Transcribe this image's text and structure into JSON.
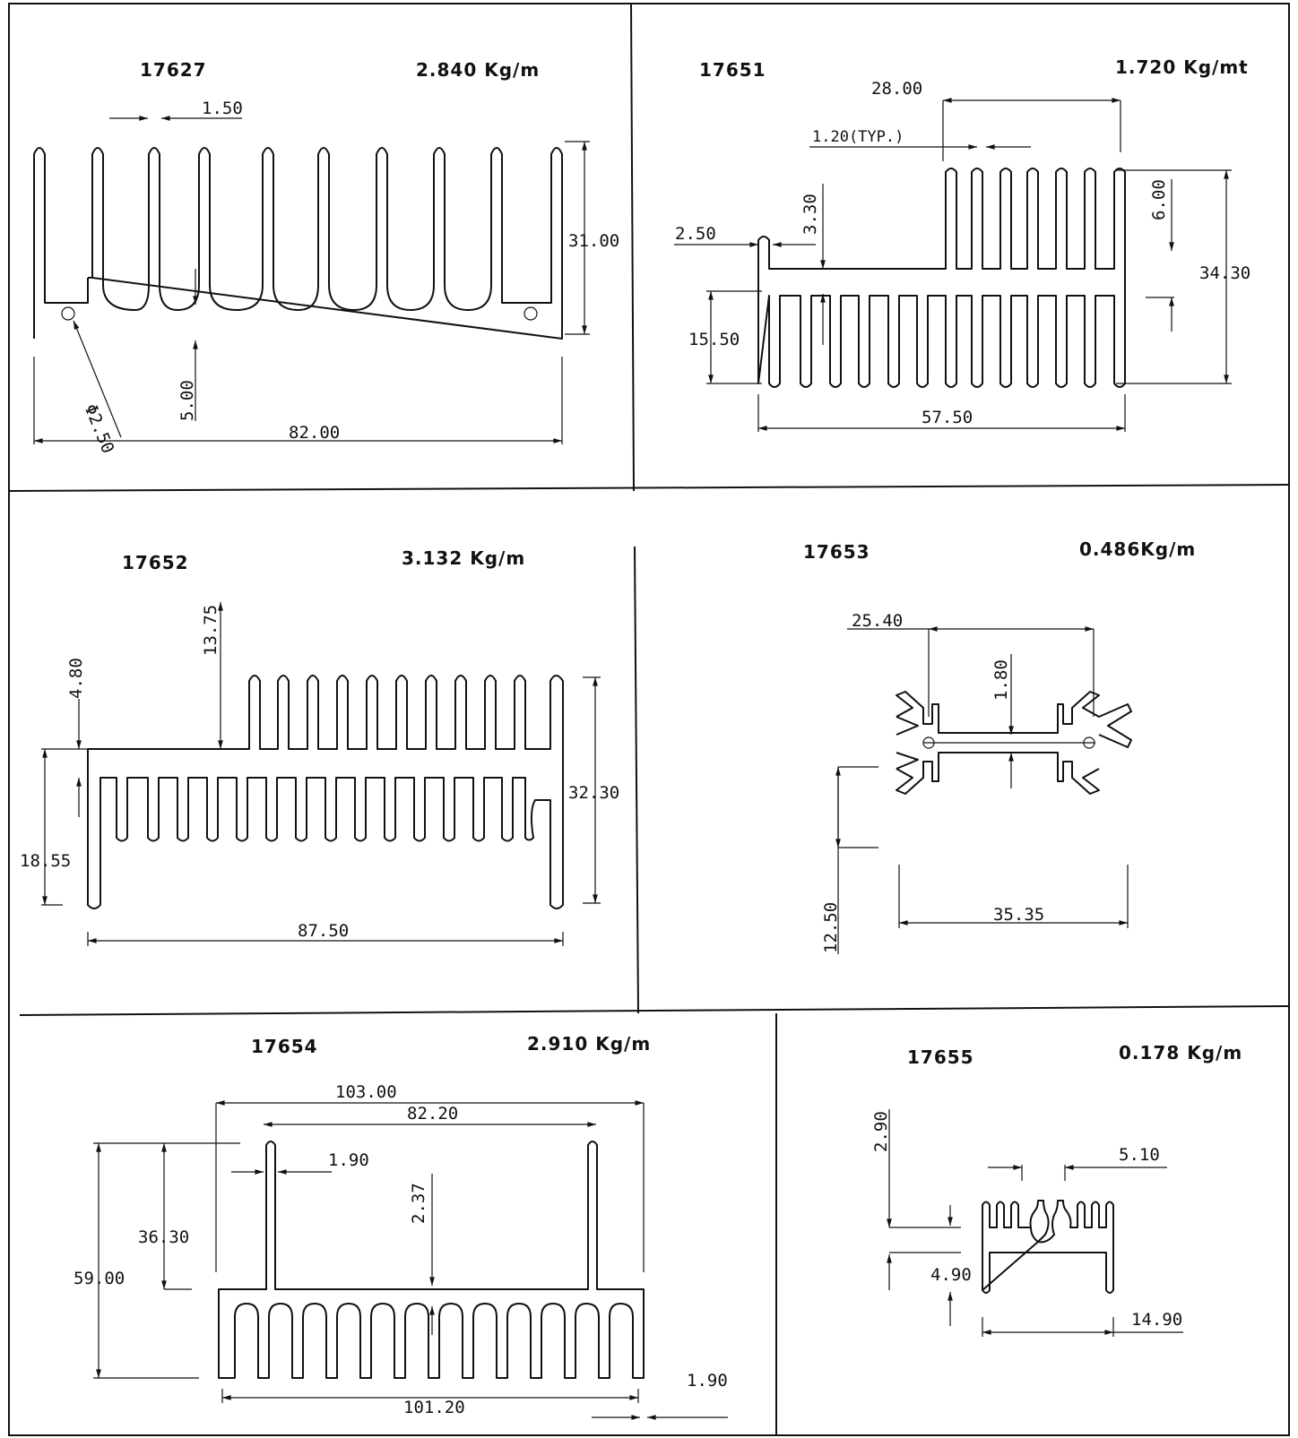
{
  "panels": [
    {
      "id": "17627",
      "weight": "2.840  Kg/m",
      "dims": {
        "fin_thickness": "1.50",
        "height": "31.00",
        "width": "82.00",
        "base": "5.00",
        "hole": "Φ2.50"
      }
    },
    {
      "id": "17651",
      "weight": "1.720  Kg/mt",
      "dims": {
        "top_width": "28.00",
        "fin_typ": "1.20(TYP.)",
        "step": "3.30",
        "wall": "2.50",
        "top_fin": "6.00",
        "height": "34.30",
        "lower": "15.50",
        "width": "57.50"
      }
    },
    {
      "id": "17652",
      "weight": "3.132  Kg/m",
      "dims": {
        "top_fins": "13.75",
        "offset": "4.80",
        "height": "32.30",
        "lower": "18.55",
        "width": "87.50"
      }
    },
    {
      "id": "17653",
      "weight": "0.486Kg/m",
      "dims": {
        "span": "25.40",
        "web": "1.80",
        "height": "12.50",
        "width": "35.35"
      }
    },
    {
      "id": "17654",
      "weight": "2.910  Kg/m",
      "dims": {
        "overall": "103.00",
        "inner": "82.20",
        "post": "1.90",
        "base": "2.37",
        "post_height": "36.30",
        "height": "59.00",
        "side": "1.90",
        "width": "101.20"
      }
    },
    {
      "id": "17655",
      "weight": "0.178  Kg/m",
      "dims": {
        "top": "2.90",
        "gap": "5.10",
        "height": "4.90",
        "width": "14.90"
      }
    }
  ]
}
